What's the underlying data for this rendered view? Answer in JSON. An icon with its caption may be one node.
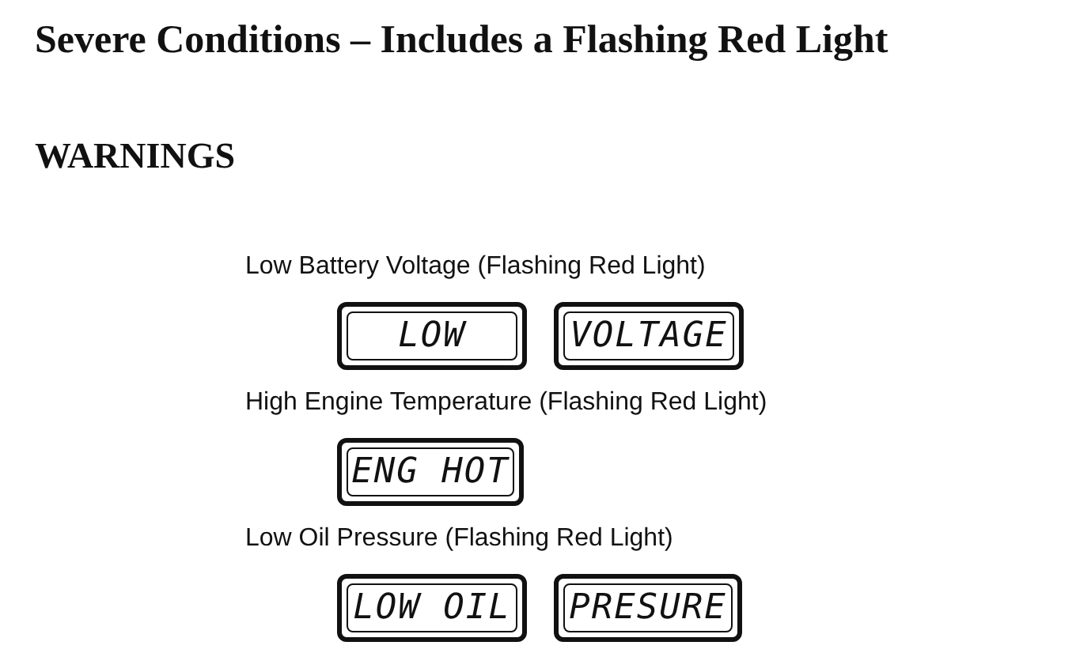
{
  "diagram": {
    "title": "Severe Conditions – Includes a Flashing Red Light",
    "nodes": [
      {
        "text": [
          "LOW"
        ]
      },
      {
        "text": [
          "VOLTAGE"
        ]
      },
      {
        "text": [
          "ENG HOT"
        ]
      },
      {
        "text": [
          "LOW OIL"
        ]
      },
      {
        "text": [
          "PRESURE"
        ]
      }
    ],
    "labels": [
      "WARNINGS",
      "Low Battery Voltage (Flashing Red Light)",
      "High Engine Temperature (Flashing Red Light)",
      "Low Oil Pressure (Flashing Red Light)"
    ]
  }
}
